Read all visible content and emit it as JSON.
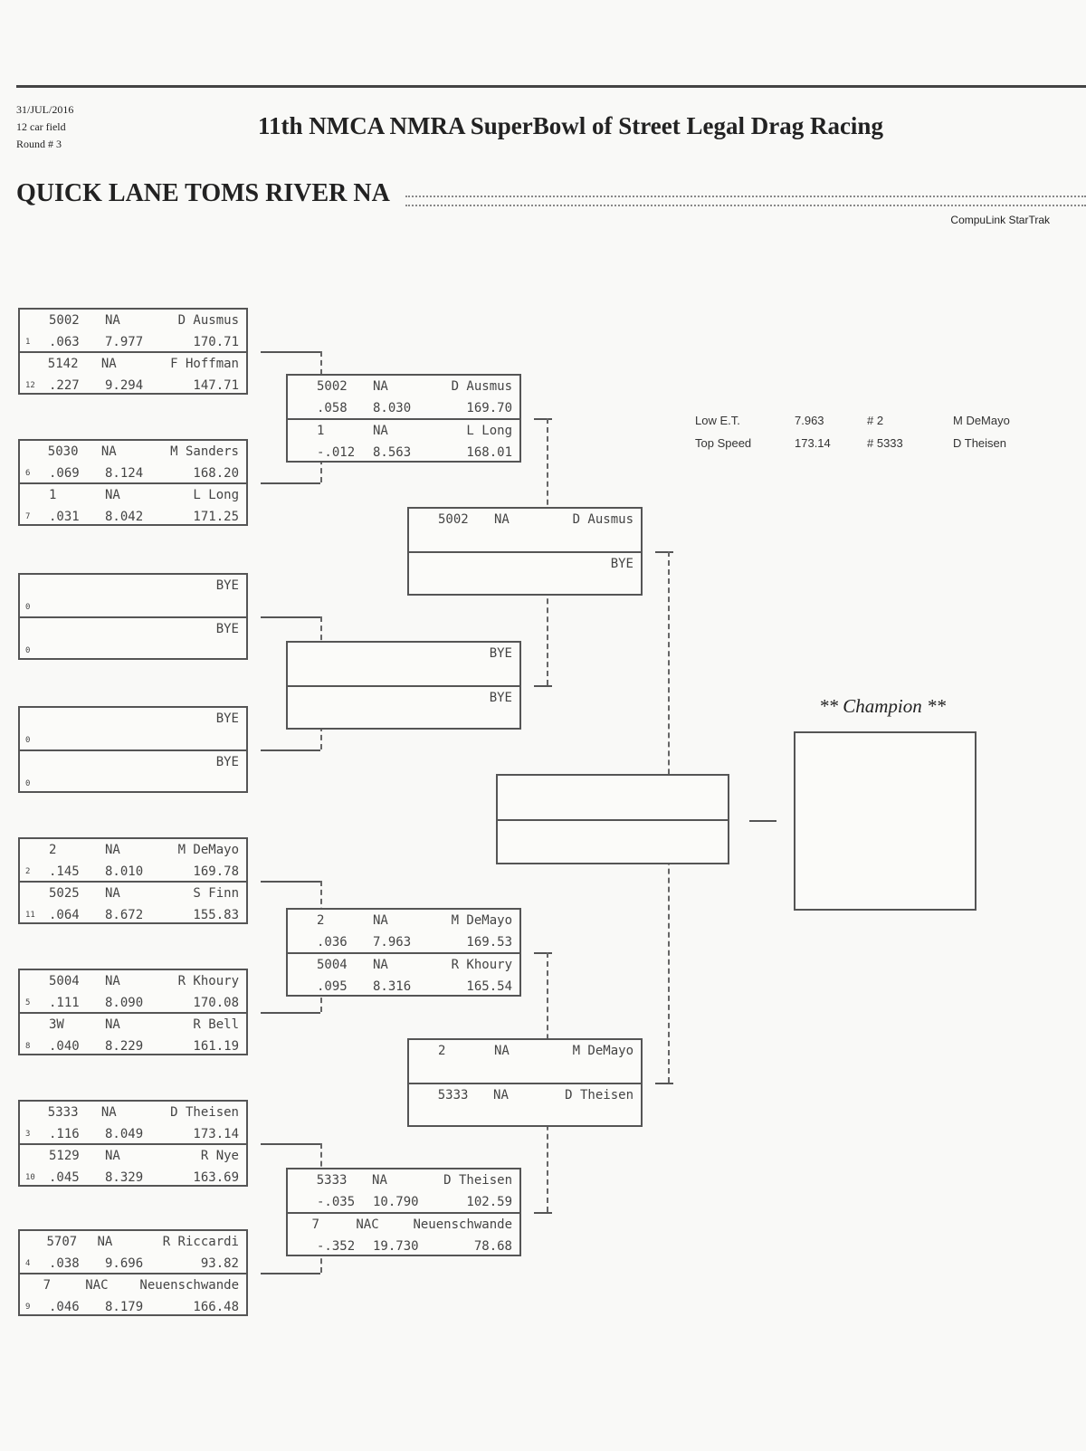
{
  "header": {
    "date": "31/JUL/2016",
    "field": "12 car field",
    "round": "Round # 3",
    "title": "11th NMCA NMRA SuperBowl of Street Legal Drag Racing",
    "class_name": "QUICK LANE TOMS RIVER NA",
    "credit": "CompuLink StarTrak"
  },
  "stats": {
    "low_et_label": "Low E.T.",
    "low_et": "7.963",
    "low_et_car": "# 2",
    "low_et_driver": "M DeMayo",
    "top_speed_label": "Top Speed",
    "top_speed": "173.14",
    "top_speed_car": "# 5333",
    "top_speed_driver": "D Theisen"
  },
  "champion_label": "** Champion **",
  "round1": [
    [
      {
        "car": "5002",
        "cls": "NA",
        "driver": "D Ausmus",
        "seed": "1",
        "rt": ".063",
        "et": "7.977",
        "mph": "170.71"
      },
      {
        "car": "5142",
        "cls": "NA",
        "driver": "F Hoffman",
        "seed": "12",
        "rt": ".227",
        "et": "9.294",
        "mph": "147.71"
      }
    ],
    [
      {
        "car": "5030",
        "cls": "NA",
        "driver": "M Sanders",
        "seed": "6",
        "rt": ".069",
        "et": "8.124",
        "mph": "168.20"
      },
      {
        "car": "1",
        "cls": "NA",
        "driver": "L Long",
        "seed": "7",
        "rt": ".031",
        "et": "8.042",
        "mph": "171.25"
      }
    ],
    [
      {
        "car": "",
        "cls": "",
        "driver": "BYE",
        "seed": "0",
        "rt": "",
        "et": "",
        "mph": ""
      },
      {
        "car": "",
        "cls": "",
        "driver": "BYE",
        "seed": "0",
        "rt": "",
        "et": "",
        "mph": ""
      }
    ],
    [
      {
        "car": "",
        "cls": "",
        "driver": "BYE",
        "seed": "0",
        "rt": "",
        "et": "",
        "mph": ""
      },
      {
        "car": "",
        "cls": "",
        "driver": "BYE",
        "seed": "0",
        "rt": "",
        "et": "",
        "mph": ""
      }
    ],
    [
      {
        "car": "2",
        "cls": "NA",
        "driver": "M DeMayo",
        "seed": "2",
        "rt": ".145",
        "et": "8.010",
        "mph": "169.78"
      },
      {
        "car": "5025",
        "cls": "NA",
        "driver": "S Finn",
        "seed": "11",
        "rt": ".064",
        "et": "8.672",
        "mph": "155.83"
      }
    ],
    [
      {
        "car": "5004",
        "cls": "NA",
        "driver": "R Khoury",
        "seed": "5",
        "rt": ".111",
        "et": "8.090",
        "mph": "170.08"
      },
      {
        "car": "3W",
        "cls": "NA",
        "driver": "R Bell",
        "seed": "8",
        "rt": ".040",
        "et": "8.229",
        "mph": "161.19"
      }
    ],
    [
      {
        "car": "5333",
        "cls": "NA",
        "driver": "D Theisen",
        "seed": "3",
        "rt": ".116",
        "et": "8.049",
        "mph": "173.14"
      },
      {
        "car": "5129",
        "cls": "NA",
        "driver": "R Nye",
        "seed": "10",
        "rt": ".045",
        "et": "8.329",
        "mph": "163.69"
      }
    ],
    [
      {
        "car": "5707",
        "cls": "NA",
        "driver": "R Riccardi",
        "seed": "4",
        "rt": ".038",
        "et": "9.696",
        "mph": "93.82"
      },
      {
        "car": "7",
        "cls": "NAC",
        "driver": "Neuenschwande",
        "seed": "9",
        "rt": ".046",
        "et": "8.179",
        "mph": "166.48"
      }
    ]
  ],
  "round2": [
    [
      {
        "car": "5002",
        "cls": "NA",
        "driver": "D Ausmus",
        "rt": ".058",
        "et": "8.030",
        "mph": "169.70"
      },
      {
        "car": "1",
        "cls": "NA",
        "driver": "L Long",
        "rt": "-.012",
        "et": "8.563",
        "mph": "168.01"
      }
    ],
    [
      {
        "car": "",
        "cls": "",
        "driver": "BYE",
        "rt": "",
        "et": "",
        "mph": ""
      },
      {
        "car": "",
        "cls": "",
        "driver": "BYE",
        "rt": "",
        "et": "",
        "mph": ""
      }
    ],
    [
      {
        "car": "2",
        "cls": "NA",
        "driver": "M DeMayo",
        "rt": ".036",
        "et": "7.963",
        "mph": "169.53"
      },
      {
        "car": "5004",
        "cls": "NA",
        "driver": "R Khoury",
        "rt": ".095",
        "et": "8.316",
        "mph": "165.54"
      }
    ],
    [
      {
        "car": "5333",
        "cls": "NA",
        "driver": "D Theisen",
        "rt": "-.035",
        "et": "10.790",
        "mph": "102.59"
      },
      {
        "car": "7",
        "cls": "NAC",
        "driver": "Neuenschwande",
        "rt": "-.352",
        "et": "19.730",
        "mph": "78.68"
      }
    ]
  ],
  "round3": [
    [
      {
        "car": "5002",
        "cls": "NA",
        "driver": "D Ausmus",
        "rt": "",
        "et": "",
        "mph": ""
      },
      {
        "car": "",
        "cls": "",
        "driver": "BYE",
        "rt": "",
        "et": "",
        "mph": ""
      }
    ],
    [
      {
        "car": "2",
        "cls": "NA",
        "driver": "M DeMayo",
        "rt": "",
        "et": "",
        "mph": ""
      },
      {
        "car": "5333",
        "cls": "NA",
        "driver": "D Theisen",
        "rt": "",
        "et": "",
        "mph": ""
      }
    ]
  ],
  "final": [
    [
      {
        "car": "",
        "cls": "",
        "driver": "",
        "rt": "",
        "et": "",
        "mph": ""
      },
      {
        "car": "",
        "cls": "",
        "driver": "",
        "rt": "",
        "et": "",
        "mph": ""
      }
    ]
  ]
}
